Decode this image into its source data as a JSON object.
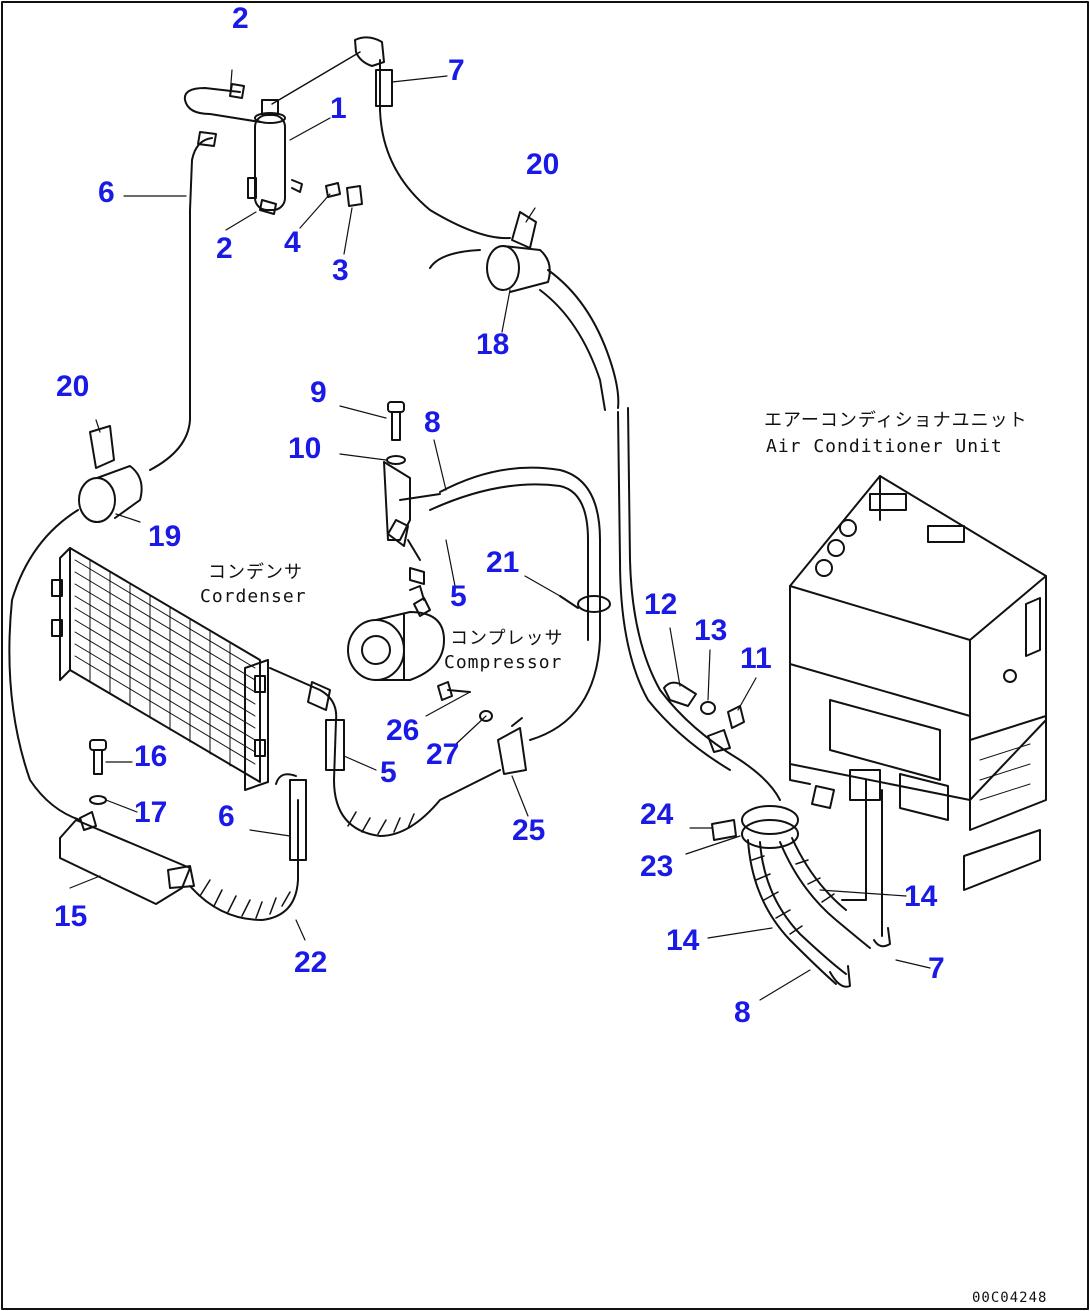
{
  "callouts": {
    "p1": "1",
    "p2_top": "2",
    "p2_bottom": "2",
    "p3": "3",
    "p4": "4",
    "p5_upper": "5",
    "p5_lower": "5",
    "p6_upper": "6",
    "p6_lower": "6",
    "p7_top": "7",
    "p7_right": "7",
    "p8_upper": "8",
    "p8_lower": "8",
    "p9": "9",
    "p10": "10",
    "p11": "11",
    "p12": "12",
    "p13": "13",
    "p14_upper": "14",
    "p14_lower": "14",
    "p15": "15",
    "p16": "16",
    "p17": "17",
    "p18": "18",
    "p19": "19",
    "p20_top": "20",
    "p20_left": "20",
    "p21": "21",
    "p22": "22",
    "p23": "23",
    "p24": "24",
    "p25": "25",
    "p26": "26",
    "p27": "27"
  },
  "captions": {
    "condenser_jp": "コンデンサ",
    "condenser_en": "Cordenser",
    "compressor_jp": "コンプレッサ",
    "compressor_en": "Compressor",
    "ac_unit_jp": "エアーコンディショナユニット",
    "ac_unit_en": "Air Conditioner Unit"
  },
  "drawing_code": "00C04248",
  "colors": {
    "callout": "#1a1ae6",
    "line": "#111111",
    "background": "#ffffff"
  }
}
